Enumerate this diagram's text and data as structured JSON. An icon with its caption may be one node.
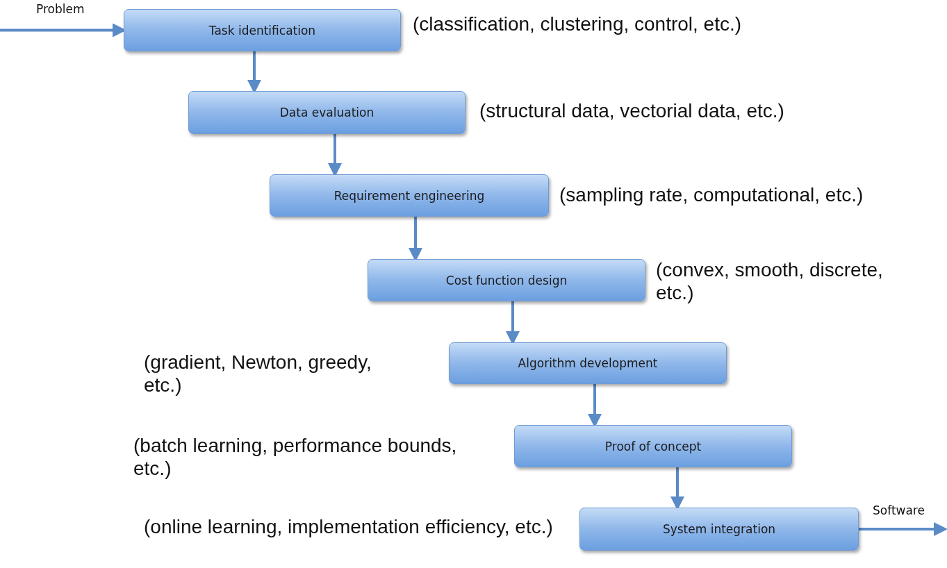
{
  "diagram": {
    "nodes": [
      {
        "text": [
          "Task identification"
        ],
        "beside": [
          "(classification, clustering, control, etc.)"
        ]
      },
      {
        "text": [
          "Data evaluation"
        ],
        "beside": [
          "(structural data, vectorial data, etc.)"
        ]
      },
      {
        "text": [
          "Requirement engineering"
        ],
        "beside": [
          "(sampling rate, computational, etc.)"
        ]
      },
      {
        "text": [
          "Cost function design"
        ],
        "beside": [
          "(convex, smooth, discrete, etc.)"
        ]
      },
      {
        "text": [
          "Algorithm development"
        ]
      },
      {
        "text": [
          "Proof of concept"
        ]
      },
      {
        "text": [
          "System integration"
        ]
      }
    ],
    "labels": [
      "(gradient, Newton, greedy, etc.)",
      "(batch learning, performance bounds, etc.)",
      "(online learning, implementation efficiency, etc.)"
    ],
    "edges": [
      {
        "from": null,
        "to": 0,
        "arrow": "to",
        "label": "Problem"
      },
      {
        "from": 0,
        "to": 1,
        "arrow": "to"
      },
      {
        "from": 1,
        "to": 2,
        "arrow": "to"
      },
      {
        "from": 2,
        "to": 3,
        "arrow": "to"
      },
      {
        "from": 3,
        "to": 4,
        "arrow": "to"
      },
      {
        "from": 4,
        "to": 5,
        "arrow": "to"
      },
      {
        "from": 5,
        "to": 6,
        "arrow": "to"
      },
      {
        "from": 6,
        "to": null,
        "arrow": "to",
        "label": "Software"
      }
    ]
  }
}
